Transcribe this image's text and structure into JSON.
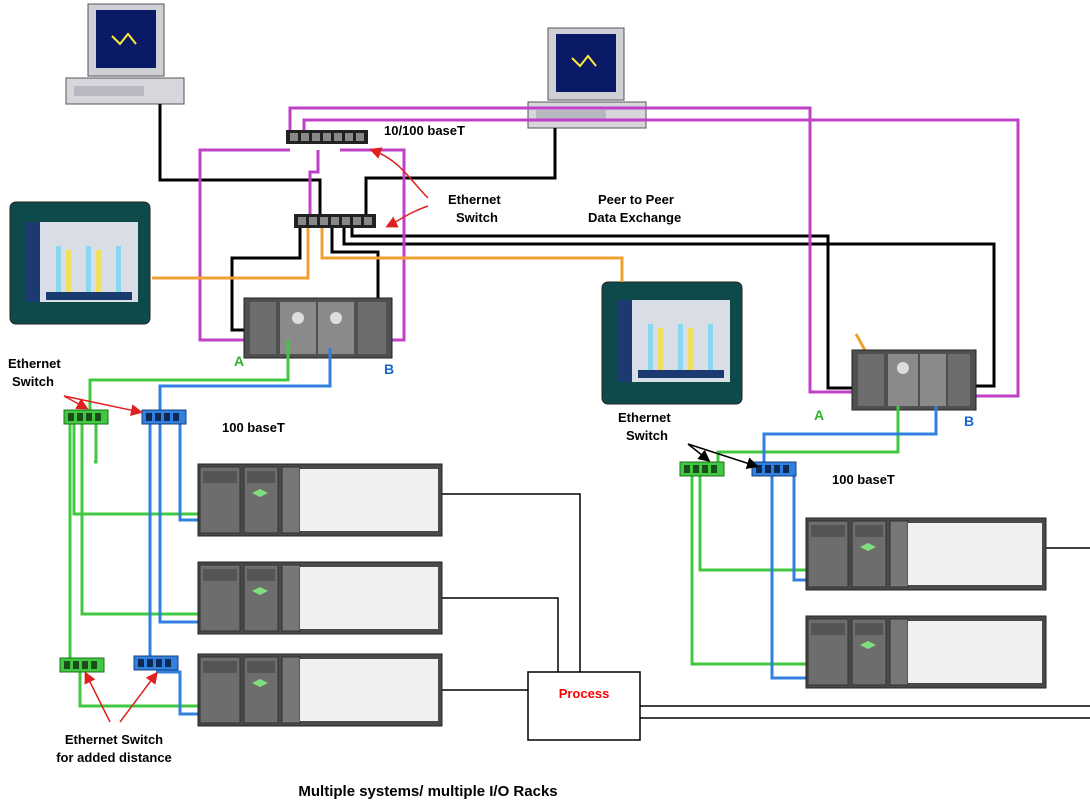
{
  "labels": {
    "baset_10_100": "10/100 baseT",
    "ethernet_switch_top_1": "Ethernet",
    "ethernet_switch_top_2": "Switch",
    "peer_1": "Peer to Peer",
    "peer_2": "Data Exchange",
    "ethernet_switch_left_1": "Ethernet",
    "ethernet_switch_left_2": "Switch",
    "a_left": "A",
    "b_left": "B",
    "baset_100_left": "100 baseT",
    "ethernet_switch_right_1": "Ethernet",
    "ethernet_switch_right_2": "Switch",
    "a_right": "A",
    "b_right": "B",
    "baset_100_right": "100 baseT",
    "process": "Process",
    "added_distance_1": "Ethernet Switch",
    "added_distance_2": "for added distance",
    "caption": "Multiple systems/ multiple I/O Racks"
  },
  "colors": {
    "magenta": "#c040c8",
    "orange": "#f0a030",
    "green": "#40c840",
    "blue": "#3080e0",
    "red_arrow": "#e02020",
    "hmi_panel": "#0e4a4a"
  }
}
